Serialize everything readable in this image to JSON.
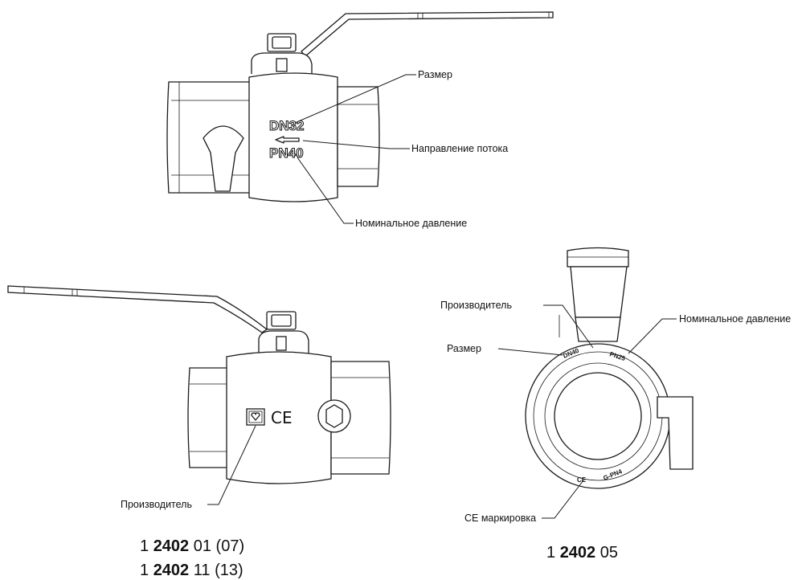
{
  "top_view": {
    "marking_size": "DN32",
    "marking_pressure": "PN40",
    "callout_size": "Размер",
    "callout_flow": "Направление потока",
    "callout_pressure": "Номинальное давление"
  },
  "left_view": {
    "ce_mark": "CE",
    "callout_manufacturer": "Производитель",
    "codes": [
      {
        "prefix": "1 ",
        "bold": "2402",
        "suffix": " 01 (07)"
      },
      {
        "prefix": "1 ",
        "bold": "2402",
        "suffix": " 11 (13)"
      }
    ]
  },
  "right_view": {
    "marking_size": "DN40",
    "marking_pressure": "PN25",
    "marking_ce": "CE",
    "marking_standard": "G-PN4",
    "callout_manufacturer": "Производитель",
    "callout_size": "Размер",
    "callout_pressure": "Номинальное давление",
    "callout_ce": "CE маркировка",
    "code": {
      "prefix": "1 ",
      "bold": "2402",
      "suffix": " 05"
    }
  }
}
